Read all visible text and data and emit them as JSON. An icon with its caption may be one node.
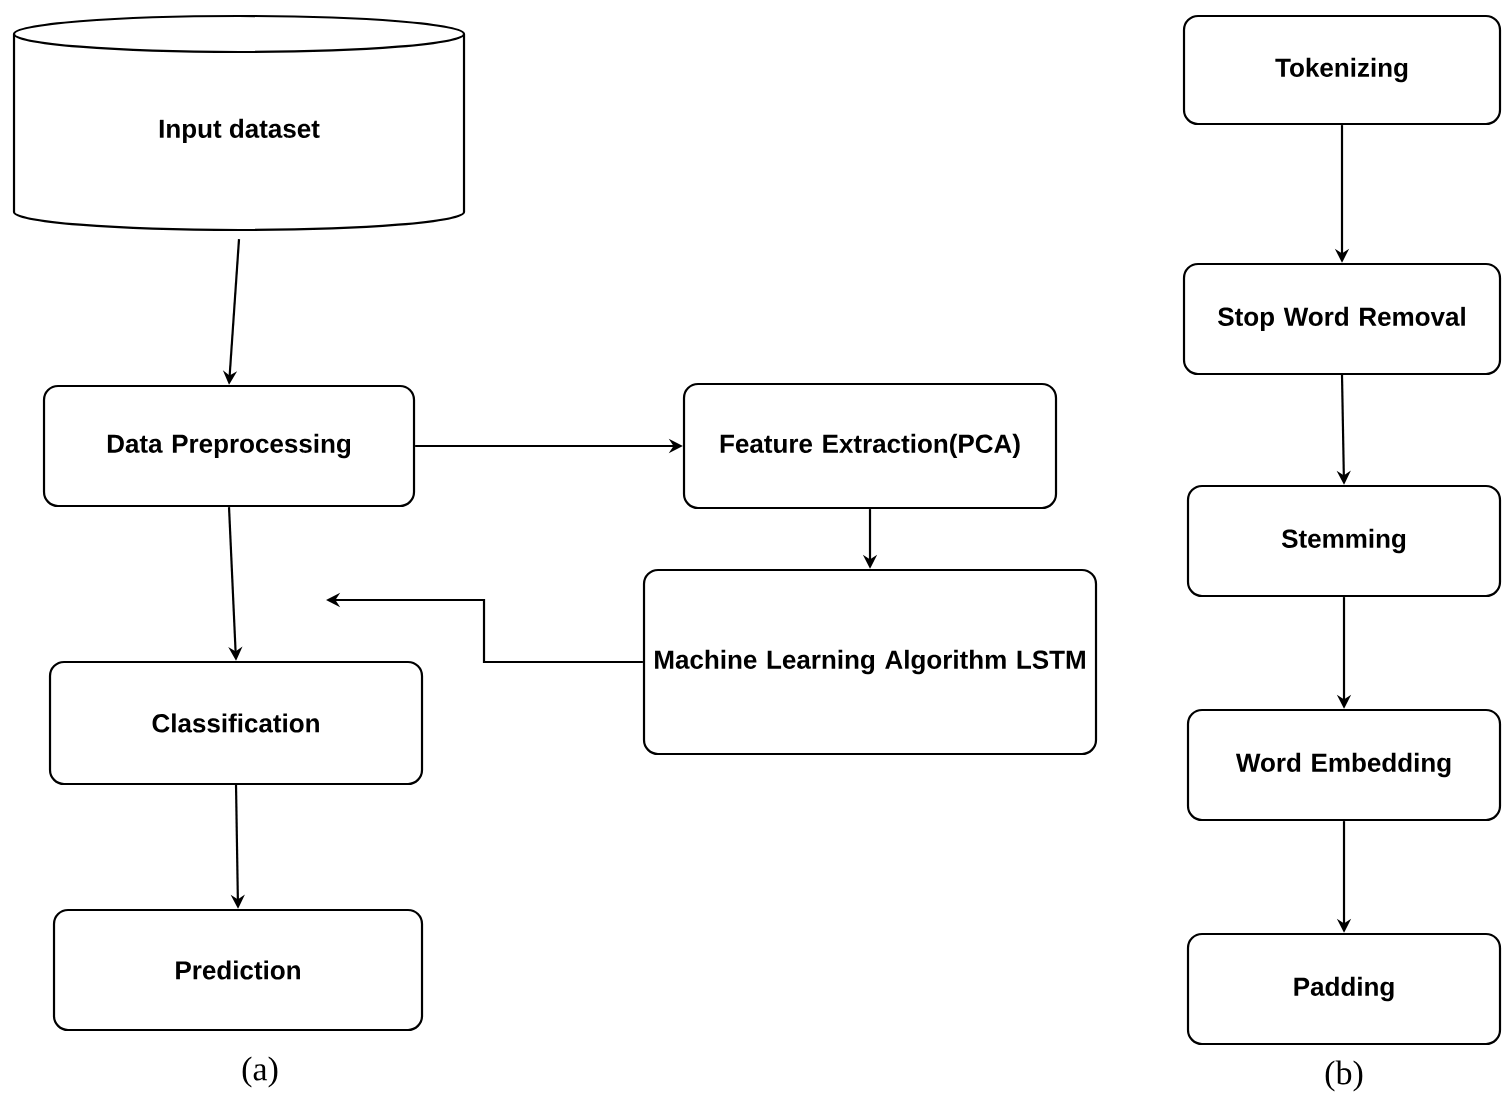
{
  "diagram": {
    "nodes": [
      {
        "text": [
          "Input dataset"
        ]
      },
      {
        "text": [
          "Data Preprocessing"
        ]
      },
      {
        "text": [
          "Feature Extraction(PCA)"
        ]
      },
      {
        "text": [
          "Machine Learning Algorithm LSTM"
        ]
      },
      {
        "text": [
          "Classification"
        ]
      },
      {
        "text": [
          "Prediction"
        ]
      },
      {
        "text": [
          "Tokenizing"
        ]
      },
      {
        "text": [
          "Stop Word Removal"
        ]
      },
      {
        "text": [
          "Stemming"
        ]
      },
      {
        "text": [
          "Word Embedding"
        ]
      },
      {
        "text": [
          "Padding"
        ]
      }
    ],
    "edges": [
      {
        "from": 0,
        "to": 1,
        "arrow": "to"
      },
      {
        "from": 1,
        "to": 2,
        "arrow": "to"
      },
      {
        "from": 2,
        "to": 3,
        "arrow": "to"
      },
      {
        "from": 1,
        "to": 4,
        "arrow": "to"
      },
      {
        "from": 3,
        "to": null,
        "arrow": "to"
      },
      {
        "from": 4,
        "to": 5,
        "arrow": "to"
      },
      {
        "from": 6,
        "to": 7,
        "arrow": "to"
      },
      {
        "from": 7,
        "to": 8,
        "arrow": "to"
      },
      {
        "from": 8,
        "to": 9,
        "arrow": "to"
      },
      {
        "from": 9,
        "to": 10,
        "arrow": "to"
      }
    ],
    "labels": [
      "(a)",
      "(b)"
    ]
  }
}
